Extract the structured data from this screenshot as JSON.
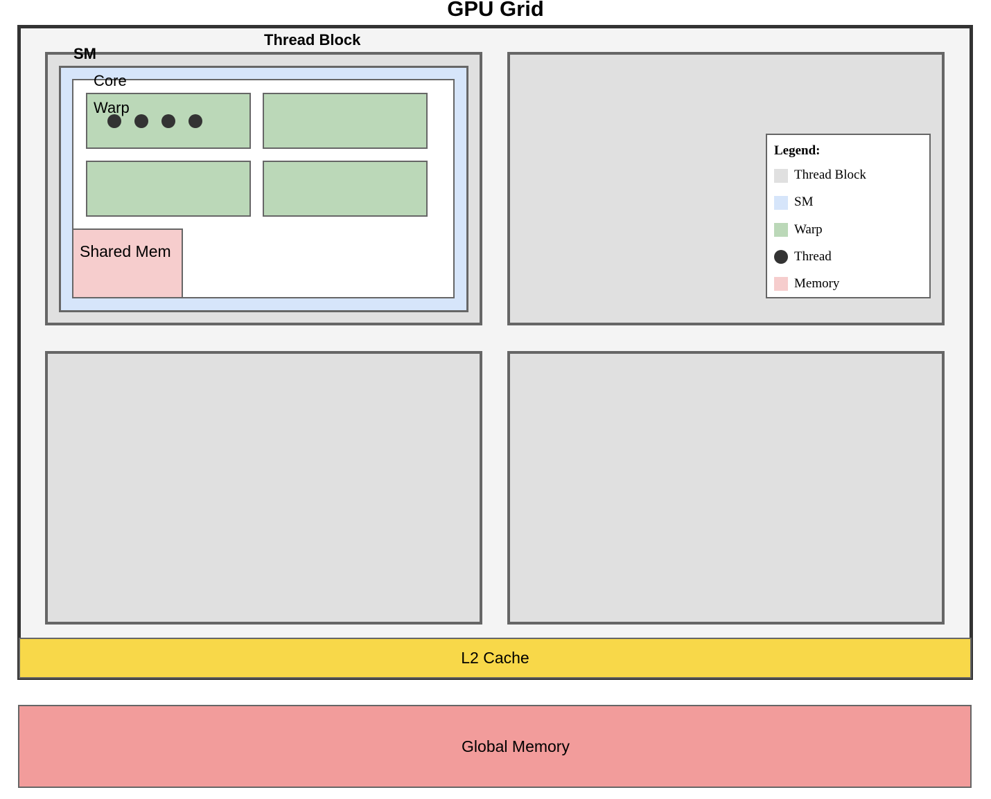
{
  "title": "GPU Grid",
  "thread_block_label": "Thread Block",
  "sm_label": "SM",
  "core_label": "Core",
  "warp_label": "Warp",
  "shared_mem_label": "Shared Mem",
  "l2_cache_label": "L2 Cache",
  "global_memory_label": "Global Memory",
  "legend": {
    "title": "Legend:",
    "items": [
      {
        "label": "Thread Block",
        "color": "#e0e0e0",
        "shape": "square"
      },
      {
        "label": "SM",
        "color": "#d6e5fa",
        "shape": "square"
      },
      {
        "label": "Warp",
        "color": "#bbd8b8",
        "shape": "square"
      },
      {
        "label": "Thread",
        "color": "#333333",
        "shape": "circle"
      },
      {
        "label": "Memory",
        "color": "#f6cdcd",
        "shape": "square"
      }
    ]
  },
  "colors": {
    "grid_background": "#f4f4f4",
    "grid_border": "#333333",
    "thread_block": "#e0e0e0",
    "sm": "#d6e5fa",
    "core": "#ffffff",
    "warp": "#bbd8b8",
    "thread": "#333333",
    "shared_memory": "#f6cdcd",
    "l2_cache": "#f8d849",
    "global_memory": "#f29c9b"
  }
}
